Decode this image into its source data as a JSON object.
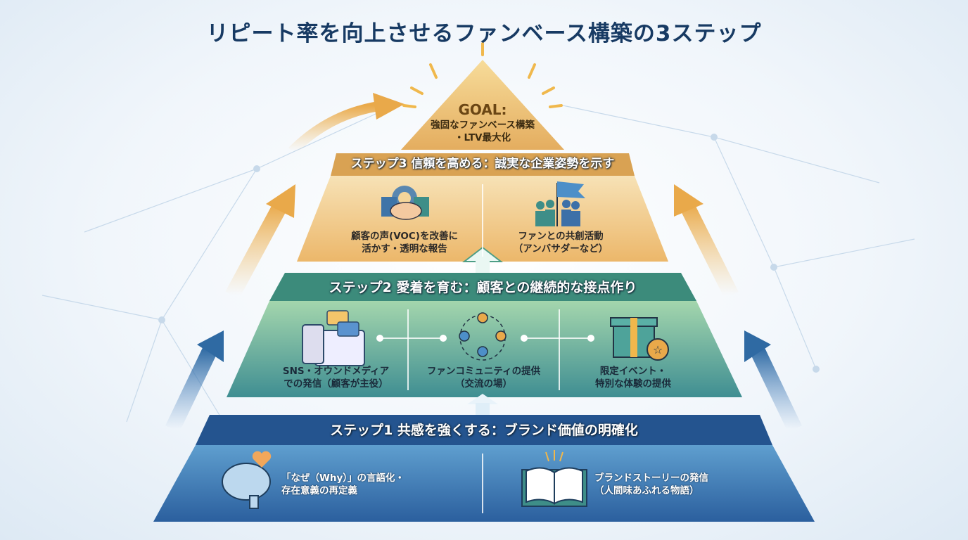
{
  "title": "リピート率を向上させるファンベース構築の3ステップ",
  "goal": {
    "heading": "GOAL:",
    "line1": "強固なファンベース構築",
    "line2": "・LTV最大化"
  },
  "step3": {
    "header": "ステップ3 信頼を高める：誠実な企業姿勢を示す",
    "items": [
      {
        "icon": "handshake-gear-icon",
        "line1": "顧客の声(VOC)を改善に",
        "line2": "活かす・透明な報告"
      },
      {
        "icon": "team-flag-icon",
        "line1": "ファンとの共創活動",
        "line2": "（アンバサダーなど）"
      }
    ]
  },
  "step2": {
    "header": "ステップ2 愛着を育む：顧客との継続的な接点作り",
    "items": [
      {
        "icon": "devices-chat-icon",
        "line1": "SNS・オウンドメディア",
        "line2": "での発信（顧客が主役）"
      },
      {
        "icon": "community-circle-icon",
        "line1": "ファンコミュニティの提供",
        "line2": "（交流の場）"
      },
      {
        "icon": "gift-star-icon",
        "line1": "限定イベント・",
        "line2": "特別な体験の提供"
      }
    ]
  },
  "step1": {
    "header": "ステップ1 共感を強くする：ブランド価値の明確化",
    "items": [
      {
        "icon": "brain-heart-icon",
        "line1": "「なぜ（Why）」の言語化・",
        "line2": "存在意義の再定義"
      },
      {
        "icon": "open-book-icon",
        "line1": "ブランドストーリーの発信",
        "line2": "（人間味あふれる物語）"
      }
    ]
  },
  "colors": {
    "title": "#173a63",
    "gold": "#e7b460",
    "green": "#4e9e86",
    "blue": "#2f6aa3"
  }
}
